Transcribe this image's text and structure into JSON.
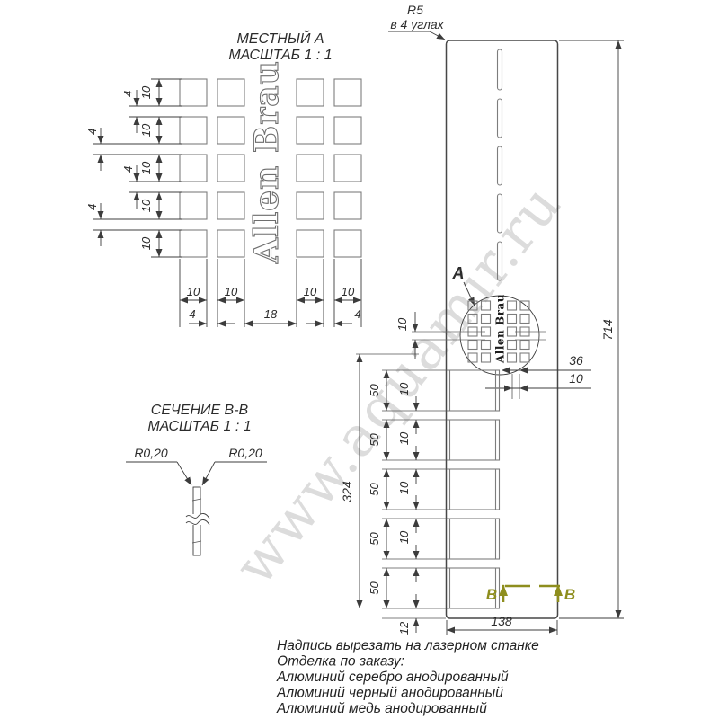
{
  "watermark": "www.aquamir.ru",
  "local_view": {
    "title": "МЕСТНЫЙ А",
    "scale": "МАСШТАБ 1 : 1",
    "logo_text": "Allen Brau",
    "row_height_labels": [
      "10",
      "10",
      "10",
      "10",
      "10"
    ],
    "row_gap_labels": [
      "4",
      "4",
      "4",
      "4"
    ],
    "col_width_labels": [
      "10",
      "10",
      "10",
      "10"
    ],
    "col_gap_left": "4",
    "col_gap_middle": "18",
    "col_gap_right": "4"
  },
  "section_view": {
    "title": "СЕЧЕНИЕ В-В",
    "scale": "МАСШТАБ 1 : 1",
    "fillet_left": "R0,20",
    "fillet_right": "R0,20"
  },
  "plate": {
    "corner_note_line1": "R5",
    "corner_note_line2": "в 4 углах",
    "detail_label": "А",
    "logo_text": "Allen Brau",
    "dim_length": "714",
    "dim_width": "138",
    "dim_36": "36",
    "dim_10_right": "10",
    "dim_10_left": "10",
    "slot_height_labels": [
      "50",
      "50",
      "50",
      "50",
      "50"
    ],
    "slot_gap_labels": [
      "10",
      "10",
      "10",
      "10"
    ],
    "dim_slots_span": "324",
    "dim_bottom_offset": "12",
    "section_mark_left": "В",
    "section_mark_right": "В"
  },
  "notes": {
    "lines": [
      "Надпись вырезать на лазерном станке",
      "Отделка по заказу:",
      "Алюминий серебро анодированный",
      "Алюминий черный анодированный",
      "Алюминий медь анодированный"
    ]
  },
  "colors": {
    "line": "#3c3c3c",
    "part_edge": "#7d7d7d",
    "section_mark": "#8e8e1e",
    "watermark": "#dcdcdc"
  }
}
